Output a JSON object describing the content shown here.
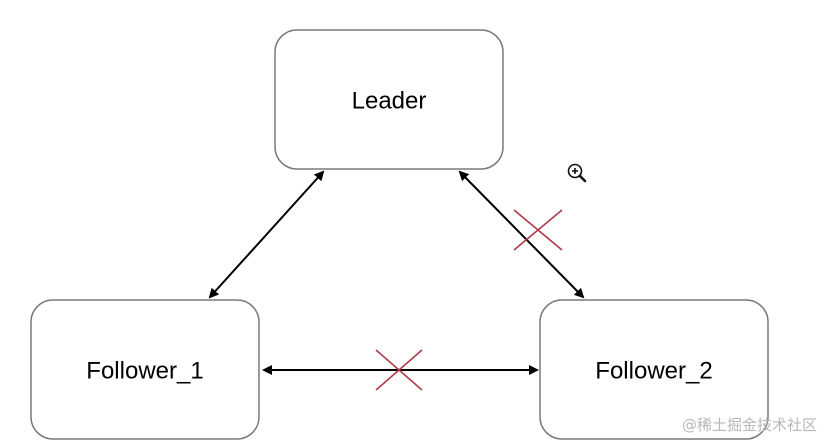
{
  "nodes": {
    "leader": {
      "label": "Leader"
    },
    "follower_1": {
      "label": "Follower_1"
    },
    "follower_2": {
      "label": "Follower_2"
    }
  },
  "edges": [
    {
      "from": "leader",
      "to": "follower_1",
      "status": "connected"
    },
    {
      "from": "leader",
      "to": "follower_2",
      "status": "broken"
    },
    {
      "from": "follower_1",
      "to": "follower_2",
      "status": "broken"
    }
  ],
  "colors": {
    "edge": "#000000",
    "broken_mark": "#b03a4a",
    "node_border": "#7a7a7a"
  },
  "icons": {
    "zoom": "zoom-in-icon"
  },
  "watermark": {
    "text": "@稀土掘金技术社区"
  }
}
